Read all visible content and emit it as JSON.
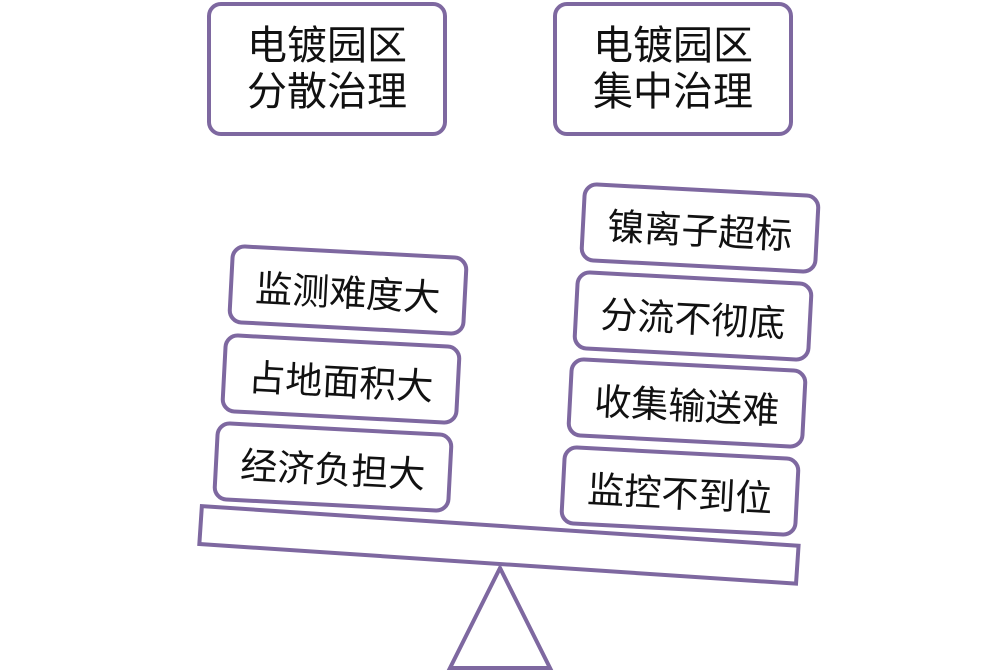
{
  "left_title": {
    "line1": "电镀园区",
    "line2": "分散治理"
  },
  "right_title": {
    "line1": "电镀园区",
    "line2": "集中治理"
  },
  "left_items": [
    "监测难度大",
    "占地面积大",
    "经济负担大"
  ],
  "right_items": [
    "镍离子超标",
    "分流不彻底",
    "收集输送难",
    "监控不到位"
  ],
  "colors": {
    "border": "#7e68a0"
  }
}
